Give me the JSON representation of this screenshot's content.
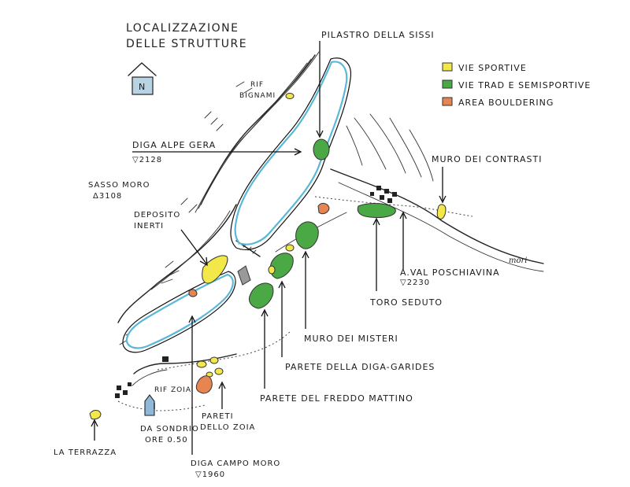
{
  "title": {
    "line1": "LOCALIZZAZIONE",
    "line2": "DELLE STRUTTURE"
  },
  "north": {
    "label": "N"
  },
  "legend": [
    {
      "label": "VIE SPORTIVE",
      "color": "#f3e84a"
    },
    {
      "label": "VIE TRAD E SEMISPORTIVE",
      "color": "#4aa845"
    },
    {
      "label": "AREA BOULDERING",
      "color": "#e68452"
    }
  ],
  "labels": {
    "pilastro": "PILASTRO DELLA SISSI",
    "rif_bignami_1": "RIF",
    "rif_bignami_2": "BIGNAMI",
    "diga_alpe_gera": "DIGA ALPE GERA",
    "diga_alpe_gera_alt": "▽2128",
    "sasso_moro_1": "SASSO MORO",
    "sasso_moro_2": "Δ3108",
    "deposito_1": "DEPOSITO",
    "deposito_2": "INERTI",
    "muro_contrasti": "MURO DEI CONTRASTI",
    "val_poschiavina_1": "A.VAL POSCHIAVINA",
    "val_poschiavina_2": "▽2230",
    "toro_seduto": "TORO SEDUTO",
    "muro_misteri": "MURO DEI MISTERI",
    "parete_diga": "PARETE DELLA DIGA-GARIDES",
    "parete_freddo": "PARETE DEL FREDDO MATTINO",
    "rif_zoia": "RIF ZOIA",
    "da_sondrio_1": "DA SONDRIO",
    "da_sondrio_2": "ORE 0.50",
    "pareti_zoia_1": "PARETI",
    "pareti_zoia_2": "DELLO ZOIA",
    "la_terrazza": "LA TERRAZZA",
    "diga_campo_moro_1": "DIGA CAMPO MORO",
    "diga_campo_moro_2": "▽1960",
    "signature": "mori"
  }
}
